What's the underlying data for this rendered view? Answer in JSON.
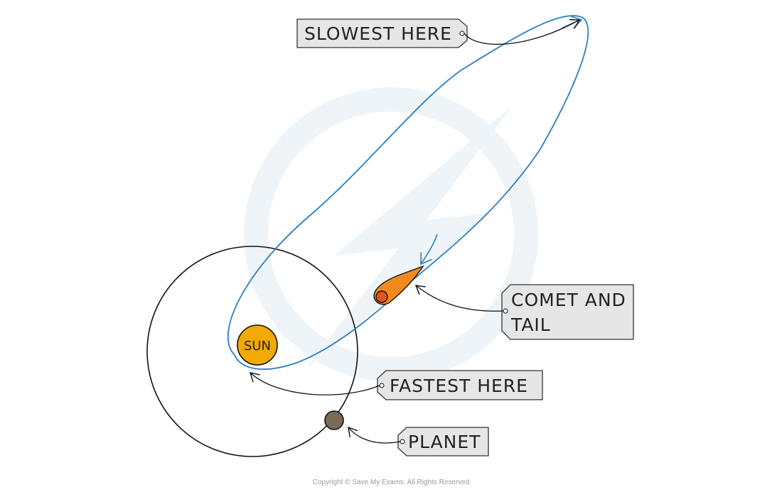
{
  "labels": {
    "slowest": "SLOWEST HERE",
    "comet_line1": "COMET AND",
    "comet_line2": "TAIL",
    "fastest": "FASTEST HERE",
    "planet": "PLANET",
    "sun": "SUN"
  },
  "footer": {
    "copyright": "Copyright © Save My Exams. All Rights Reserved"
  },
  "colors": {
    "comet_orbit": "#2a7fbf",
    "planet_orbit": "#111111",
    "sun_fill": "#f2a900",
    "planet_fill": "#7a6a58",
    "comet_tail": "#f08a1c",
    "comet_head": "#e2541f",
    "tag_fill": "#e6e6e6",
    "watermark": "#eef4f8"
  }
}
